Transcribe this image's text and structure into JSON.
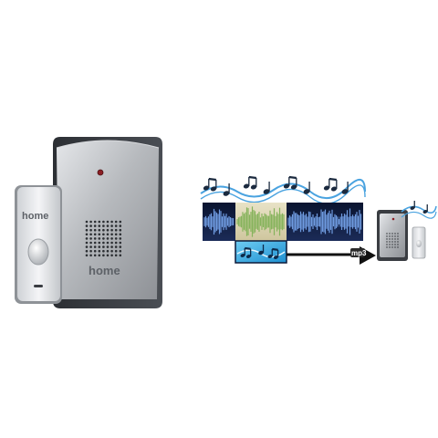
{
  "product": {
    "brand_on_button": "home",
    "brand_on_chime": "home"
  },
  "diagram": {
    "mp3_label": "mp3"
  },
  "colors": {
    "background": "#ffffff",
    "chime_silver": "#b9bcc0",
    "chime_frame": "#3a3d42",
    "button_white": "#eef0f2",
    "wave_dark": "#0d1a3a",
    "wave_blue": "#5f8fd8",
    "wave_green": "#8fb86a",
    "note_blue": "#3a6fb5",
    "highlight_cyan": "#2aa6e0"
  }
}
